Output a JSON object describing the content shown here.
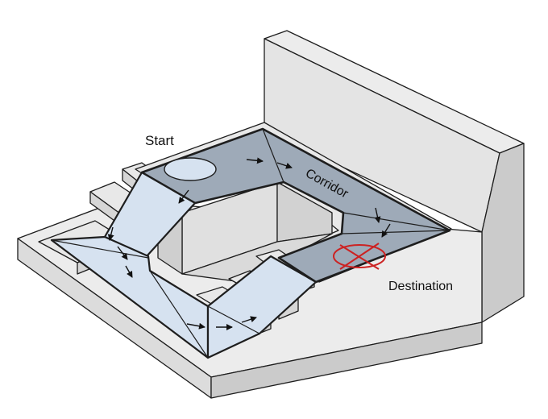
{
  "labels": {
    "start": "Start",
    "corridor": "Corridor",
    "destination": "Destination"
  },
  "colors": {
    "wall_light": "#ececec",
    "wall_mid": "#dedede",
    "wall_dark": "#cbcbcb",
    "floor_dark": "#9eaab8",
    "ramp_light": "#d6e2f0",
    "start_marker": "#d6e2f0",
    "destination_marker": "#cc2222",
    "outline": "#1e1e1e"
  },
  "markers": {
    "start": "start-oval",
    "destination": "destination-cross-circle",
    "flow": "arrow-icon"
  }
}
